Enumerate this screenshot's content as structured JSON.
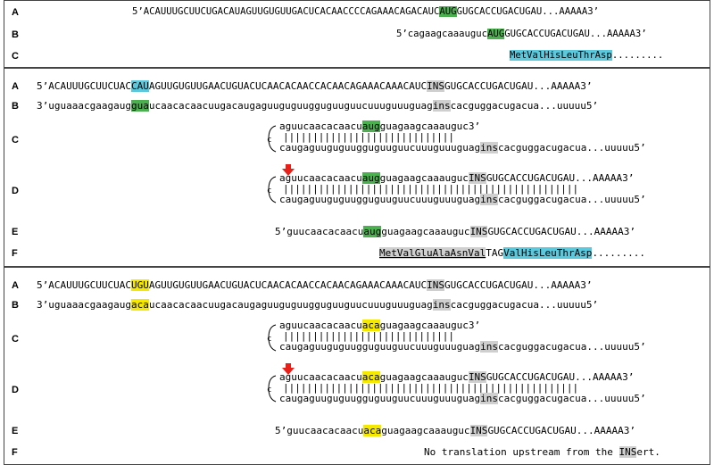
{
  "panel1": {
    "A_label": "A",
    "B_label": "B",
    "C_label": "C",
    "A_pre": "5’ACAUUUGCUUCUGACAUAGUUGUGUUGACUCACAACCCCAGAAACAGACAUC",
    "A_hl": "AUG",
    "A_post": "GUGCACCUGACUGAU...AAAAA3’",
    "B_pre": "5’cagaagcaaauguc",
    "B_hl": "AUG",
    "B_post": "GUGCACCUGACUGAU...AAAAA3’",
    "C_hl": "MetValHisLeuThrAsp",
    "C_post": "........."
  },
  "panel2": {
    "A_label": "A",
    "B_label": "B",
    "C_label": "C",
    "D_label": "D",
    "E_label": "E",
    "F_label": "F",
    "A_pre": "5’ACAUUUGCUUCUAC",
    "A_hl": "CAU",
    "A_mid": "AGUUGUGUUGAACUGUACUCAACACAACCACAACAGAAACAAACAUC",
    "A_ins": "INS",
    "A_post": "GUGCACCUGACUGAU...AAAAA3’",
    "B_pre": "3’uguaaacgaagaug",
    "B_hl": "gua",
    "B_mid": "ucaacacaacuugacaugaguuguguugguguuguucuuuguuuguag",
    "B_ins": "ins",
    "B_post": "cacguggacugacua...uuuuu5’",
    "C_top_pre": "aguucaacacaacu",
    "C_top_hl": "aug",
    "C_top_post": "guagaagcaaauguc3’",
    "C_bars": "|||||||||||||||||||||||||||||",
    "C_bot_pre": "caugaguuguguugguguuguucuuuguuuguag",
    "C_bot_ins": "ins",
    "C_bot_post": "cacguggacugacua...uuuuu5’",
    "D_top_pre": "aguucaacacaacu",
    "D_top_hl": "aug",
    "D_top_mid": "guagaagcaaauguc",
    "D_top_ins": "INS",
    "D_top_post": "GUGCACCUGACUGAU...AAAAA3’",
    "D_bars": "||||||||||||||||||||||||||||||||||||||||||||||||||",
    "D_bot_pre": "caugaguuguguugguguuguucuuuguuuguag",
    "D_bot_ins": "ins",
    "D_bot_post": "cacguggacugacua...uuuuu5’",
    "E_pre": "5’guucaacacaacu",
    "E_hl": "aug",
    "E_mid": "guagaagcaaauguc",
    "E_ins": "INS",
    "E_post": "GUGCACCUGACUGAU...AAAAA3’",
    "F_ul": "MetValGluAlaAsnVal",
    "F_tag": "TAG",
    "F_hl": "ValHisLeuThrAsp",
    "F_post": "........."
  },
  "panel3": {
    "A_label": "A",
    "B_label": "B",
    "C_label": "C",
    "D_label": "D",
    "E_label": "E",
    "F_label": "F",
    "A_pre": "5’ACAUUUGCUUCUAC",
    "A_hl": "UGU",
    "A_mid": "AGUUGUGUUGAACUGUACUCAACACAACCACAACAGAAACAAACAUC",
    "A_ins": "INS",
    "A_post": "GUGCACCUGACUGAU...AAAAA3’",
    "B_pre": "3’uguaaacgaagaug",
    "B_hl": "aca",
    "B_mid": "ucaacacaacuugacaugaguuguguugguguuguucuuuguuuguag",
    "B_ins": "ins",
    "B_post": "cacguggacugacua...uuuuu5’",
    "C_top_pre": "aguucaacacaacu",
    "C_top_hl": "aca",
    "C_top_post": "guagaagcaaauguc3’",
    "C_bars": "|||||||||||||||||||||||||||||",
    "C_bot_pre": "caugaguuguguugguguuguucuuuguuuguag",
    "C_bot_ins": "ins",
    "C_bot_post": "cacguggacugacua...uuuuu5’",
    "D_top_pre": "aguucaacacaacu",
    "D_top_hl": "aca",
    "D_top_mid": "guagaagcaaauguc",
    "D_top_ins": "INS",
    "D_top_post": "GUGCACCUGACUGAU...AAAAA3’",
    "D_bars": "||||||||||||||||||||||||||||||||||||||||||||||||||",
    "D_bot_pre": "caugaguuguguugguguuguucuuuguuuguag",
    "D_bot_ins": "ins",
    "D_bot_post": "cacguggacugacua...uuuuu5’",
    "E_pre": "5’guucaacacaacu",
    "E_hl": "aca",
    "E_mid": "guagaagcaaauguc",
    "E_ins": "INS",
    "E_post": "GUGCACCUGACUGAU...AAAAA3’",
    "F_pre": "No translation upstream from the ",
    "F_ins": "INS",
    "F_post": "ert."
  },
  "colors": {
    "aug": "#4caf50",
    "peptide": "#5bc8dc",
    "mutant": "#f5e900",
    "ins": "#cfcfcf",
    "arrow": "#e8201a"
  }
}
